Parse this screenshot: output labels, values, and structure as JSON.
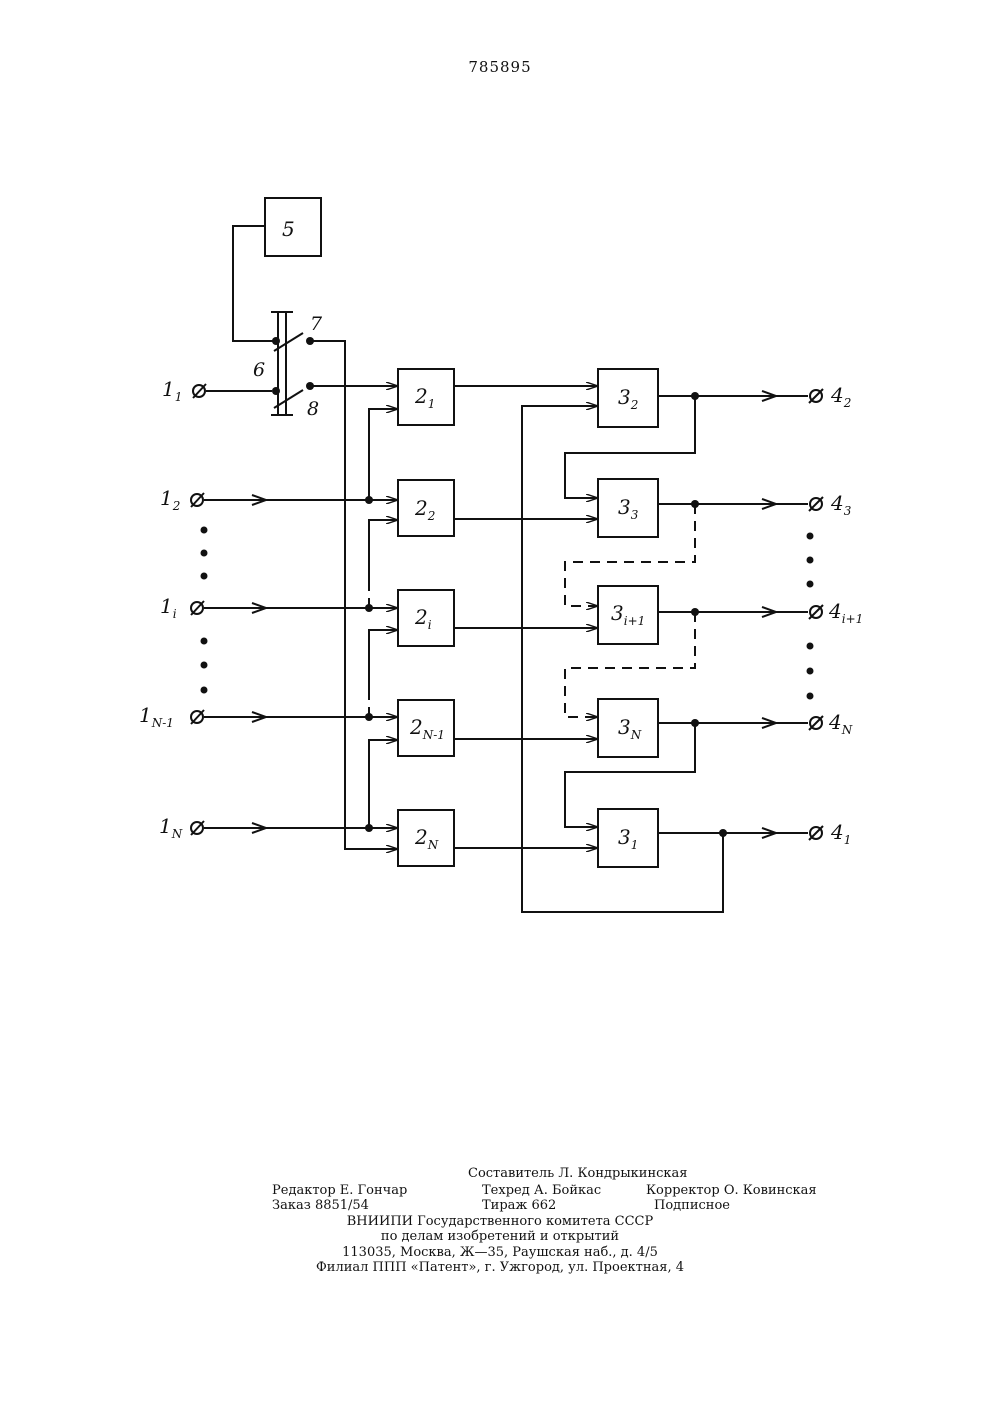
{
  "patent_number": "785895",
  "diagram": {
    "block_5": "5",
    "switch_labels": {
      "c6": "6",
      "c7": "7",
      "c8": "8"
    },
    "blocks_2": [
      {
        "main": "2",
        "sub": "1"
      },
      {
        "main": "2",
        "sub": "2"
      },
      {
        "main": "2",
        "sub": "i"
      },
      {
        "main": "2",
        "sub": "N-1"
      },
      {
        "main": "2",
        "sub": "N"
      }
    ],
    "blocks_3": [
      {
        "main": "3",
        "sub": "2"
      },
      {
        "main": "3",
        "sub": "3"
      },
      {
        "main": "3",
        "sub": "i+1"
      },
      {
        "main": "3",
        "sub": "N"
      },
      {
        "main": "3",
        "sub": "1"
      }
    ],
    "inputs": [
      {
        "main": "1",
        "sub": "1"
      },
      {
        "main": "1",
        "sub": "2"
      },
      {
        "main": "1",
        "sub": "i"
      },
      {
        "main": "1",
        "sub": "N-1"
      },
      {
        "main": "1",
        "sub": "N"
      }
    ],
    "outputs": [
      {
        "main": "4",
        "sub": "2"
      },
      {
        "main": "4",
        "sub": "3"
      },
      {
        "main": "4",
        "sub": "i+1"
      },
      {
        "main": "4",
        "sub": "N"
      },
      {
        "main": "4",
        "sub": "1"
      }
    ]
  },
  "footer": {
    "compiler": "Составитель Л. Кондрыкинская",
    "editor": "Редактор Е. Гончар",
    "tech_editor": "Техред А. Бойкас",
    "corrector": "Корректор О. Ковинская",
    "order": "Заказ 8851/54",
    "circulation": "Тираж 662",
    "subscription": "Подписное",
    "org_line1": "ВНИИПИ Государственного комитета СССР",
    "org_line2": "по делам изобретений и открытий",
    "address": "113035, Москва, Ж—35, Раушская наб., д. 4/5",
    "branch": "Филиал ППП «Патент», г. Ужгород, ул. Проектная, 4"
  }
}
